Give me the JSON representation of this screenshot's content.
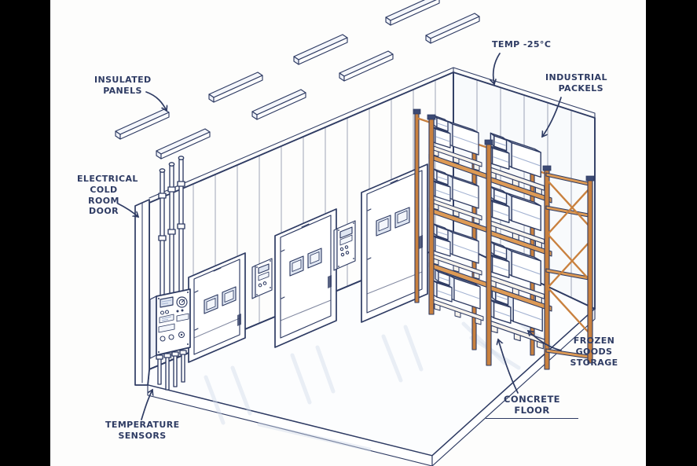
{
  "colors": {
    "ink": "#2e3b63",
    "rack": "#c9813f",
    "rack_light": "#dd9a55",
    "paper": "#fdfdfc",
    "window_glass": "#dfe6f2",
    "shade": "#d3dcec",
    "letterbox": "#000000"
  },
  "labels": {
    "insulated_panels": {
      "lines": [
        "INSULATED",
        "PANELS"
      ]
    },
    "electrical_cold_room_door": {
      "lines": [
        "ELECTRICAL",
        "COLD ROOM",
        "DOOR"
      ]
    },
    "temp": {
      "lines": [
        "TEMP -25°C"
      ]
    },
    "industrial_rackels": {
      "lines": [
        "INDUSTRIAL",
        "PACKELS"
      ]
    },
    "frozen_goods_storage": {
      "lines": [
        "FROZEN GOODS",
        "STORAGE"
      ]
    },
    "concrete_floor": {
      "lines": [
        "CONCRETE FLOOR"
      ]
    },
    "temperature_sensors": {
      "lines": [
        "TEMPERATURE",
        "SENSORS"
      ]
    }
  }
}
